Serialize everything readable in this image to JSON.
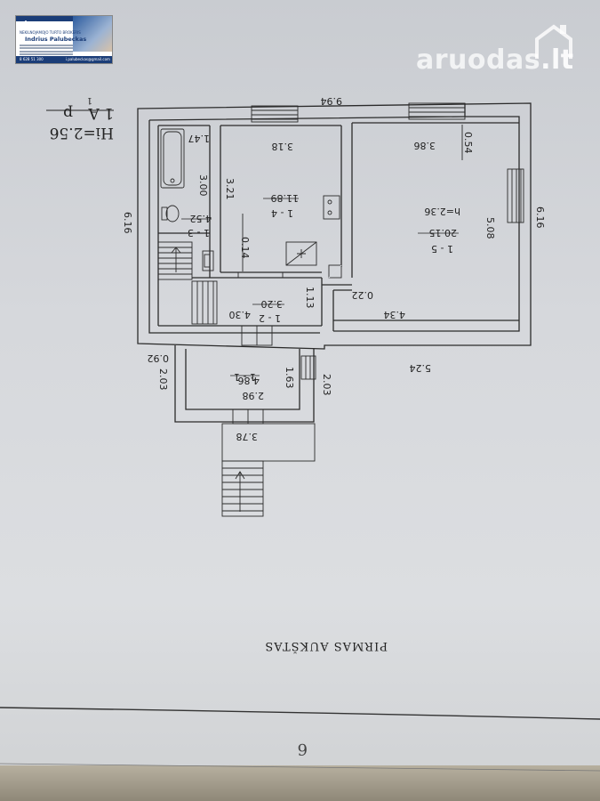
{
  "watermark": {
    "brand": "aruodas",
    "tld": ".lt"
  },
  "broker_card": {
    "title_small": "NEKILNOJAMOJO TURTO BROKERIS",
    "name": "Indrius Palubeckas",
    "phone": "8 628 51 300",
    "email": "i.palubeckas@gmail.com"
  },
  "header": {
    "index": "1 A",
    "index_suffix": "1",
    "denominator": "p",
    "height": "Hi=2.56"
  },
  "dimensions": {
    "top_width": "9.94",
    "right_height": "6.16",
    "left_height": "6.16",
    "bottom_right": "5.24",
    "right_room_width": "3.86",
    "small_offset": "0.54",
    "room14_width": "3.18",
    "room14_height": "3.21",
    "bath_width": "1.47",
    "bath_height": "3.00",
    "room15_height": "5.08",
    "room15_bottom": "4.34",
    "hall_height": "1.13",
    "hall_gap": "0.22",
    "hall_width": "4.30",
    "wall_014": "0.14",
    "entry_width": "2.98",
    "entry_height": "1.63",
    "entry_left_h": "2.03",
    "entry_right_h": "2.03",
    "offset_092": "0.92",
    "porch_width": "3.78"
  },
  "rooms": [
    {
      "id": "1 - 1",
      "area": "4.86"
    },
    {
      "id": "1 - 2",
      "area": "3.20"
    },
    {
      "id": "1 - 3",
      "area": "4.52"
    },
    {
      "id": "1 - 4",
      "area": "11.89"
    },
    {
      "id": "1 - 5",
      "area": "20.15",
      "height": "h=2.36"
    }
  ],
  "floor_title": "PIRMAS AUKŠTAS",
  "page_number": "6",
  "colors": {
    "ink": "#2b2b2b",
    "paper": "#d6d8dc",
    "wall_fill": "#e2e3e6",
    "card_blue": "#1b3d78"
  }
}
